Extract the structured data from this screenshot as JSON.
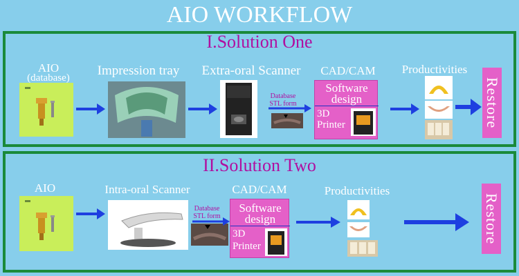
{
  "title": "AIO WORKFLOW",
  "colors": {
    "background": "#87CEEB",
    "panel_border": "#1a8a3a",
    "accent_pink": "#e460c8",
    "title_purple": "#b00fa0",
    "arrow_blue": "#1e3fe0"
  },
  "solution_one": {
    "title": "I.Solution One",
    "aio_label": "AIO",
    "aio_sub": "(database)",
    "impression_label": "Impression tray",
    "scanner_label": "Extra-oral Scanner",
    "cadcam_label": "CAD/CAM",
    "productivities_label": "Productivities",
    "db_label": "Database",
    "stl_label": "STL form",
    "software_line1": "Software",
    "software_line2": "design",
    "printer_line1": "3D",
    "printer_line2": "Printer",
    "restore": "Restore"
  },
  "solution_two": {
    "title": "II.Solution Two",
    "aio_label": "AIO",
    "scanner_label": "Intra-oral Scanner",
    "cadcam_label": "CAD/CAM",
    "productivities_label": "Productivities",
    "db_label": "Database",
    "stl_label": "STL form",
    "software_line1": "Software",
    "software_line2": "design",
    "printer_line1": "3D",
    "printer_line2": "Printer",
    "restore": "Restore"
  }
}
